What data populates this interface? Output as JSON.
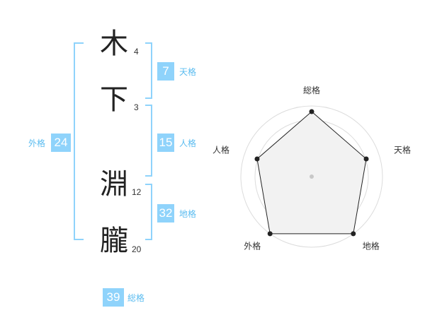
{
  "name": {
    "chars": [
      {
        "char": "木",
        "strokes": "4"
      },
      {
        "char": "下",
        "strokes": "3"
      },
      {
        "char": "淵",
        "strokes": "12"
      },
      {
        "char": "朧",
        "strokes": "20"
      }
    ]
  },
  "kakusu": {
    "tenkaku": {
      "value": "7",
      "label": "天格"
    },
    "jinkaku": {
      "value": "15",
      "label": "人格"
    },
    "chikaku": {
      "value": "32",
      "label": "地格"
    },
    "gaikaku": {
      "value": "24",
      "label": "外格"
    },
    "soukaku": {
      "value": "39",
      "label": "総格"
    }
  },
  "colors": {
    "accent": "#8fd3fb",
    "label": "#5bbcf0"
  },
  "chart_data": {
    "type": "radar",
    "axes": [
      "総格",
      "天格",
      "地格",
      "外格",
      "人格"
    ],
    "values": [
      0.92,
      0.81,
      1.0,
      1.0,
      0.81
    ],
    "range": [
      0,
      1
    ]
  }
}
